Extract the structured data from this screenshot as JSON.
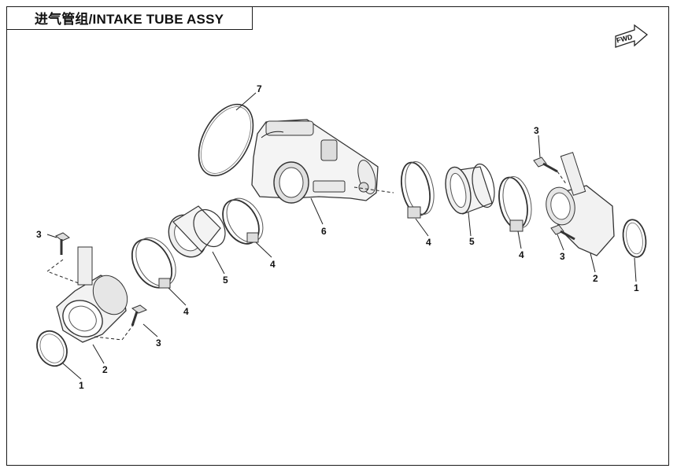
{
  "title": "进气管组/INTAKE TUBE ASSY",
  "fwd_label": "FWD",
  "callouts": [
    {
      "id": "c7",
      "num": "7"
    },
    {
      "id": "c6",
      "num": "6"
    },
    {
      "id": "c5a",
      "num": "5"
    },
    {
      "id": "c5b",
      "num": "5"
    },
    {
      "id": "c4a",
      "num": "4"
    },
    {
      "id": "c4b",
      "num": "4"
    },
    {
      "id": "c4c",
      "num": "4"
    },
    {
      "id": "c4d",
      "num": "4"
    },
    {
      "id": "c3a",
      "num": "3"
    },
    {
      "id": "c3b",
      "num": "3"
    },
    {
      "id": "c3c",
      "num": "3"
    },
    {
      "id": "c3d",
      "num": "3"
    },
    {
      "id": "c2a",
      "num": "2"
    },
    {
      "id": "c2b",
      "num": "2"
    },
    {
      "id": "c1a",
      "num": "1"
    },
    {
      "id": "c1b",
      "num": "1"
    }
  ]
}
